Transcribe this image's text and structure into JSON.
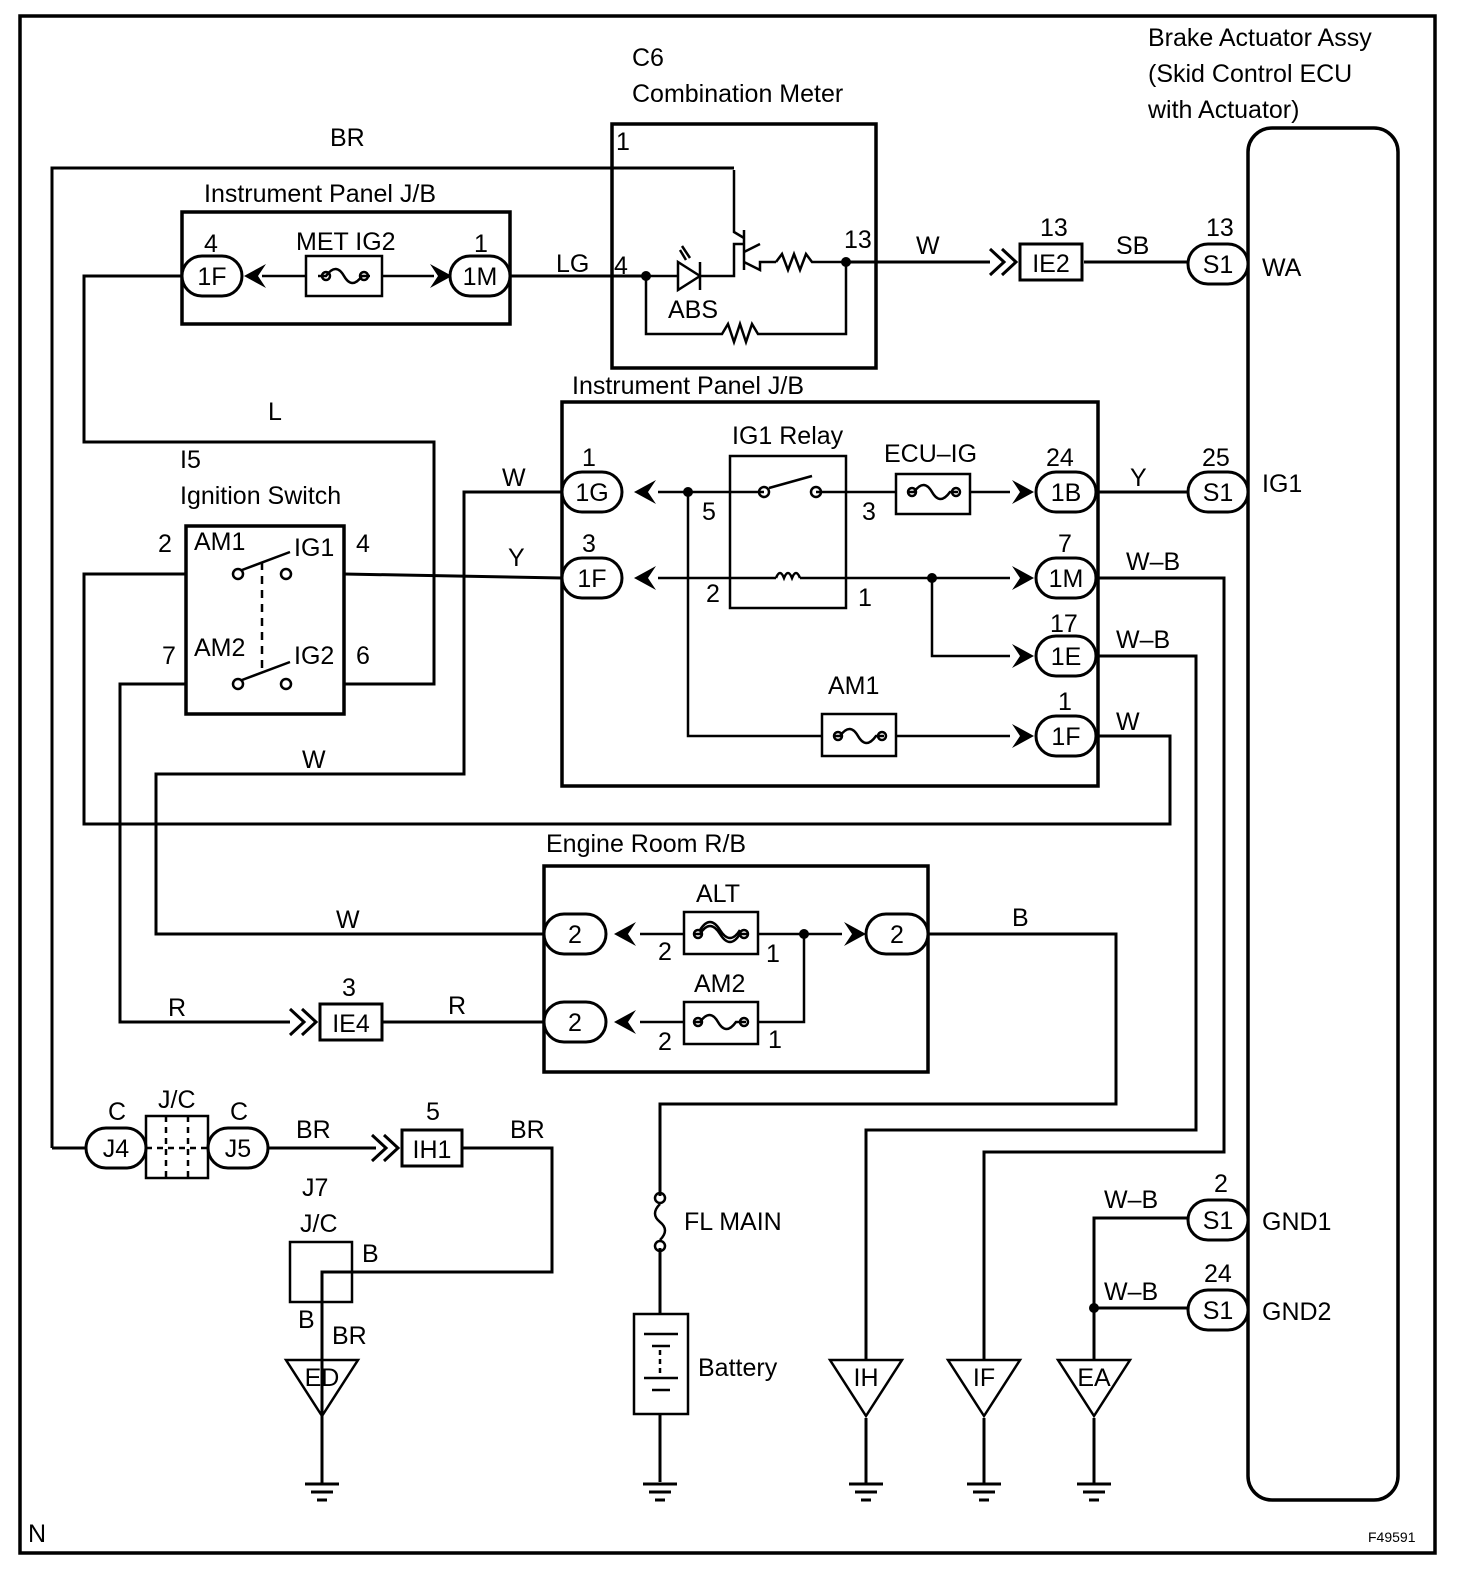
{
  "diagram": {
    "code": "F49591",
    "corner_label": "N",
    "components": {
      "brake_actuator": [
        "Brake Actuator Assy",
        "(Skid Control ECU",
        "with Actuator)"
      ],
      "combination_meter": {
        "code": "C6",
        "name": "Combination Meter",
        "abs_label": "ABS"
      },
      "instrument_panel_jb_top": "Instrument Panel J/B",
      "instrument_panel_jb_main": "Instrument Panel J/B",
      "ignition_switch": {
        "code": "I5",
        "name": "Ignition Switch",
        "am1": "AM1",
        "ig1": "IG1",
        "am2": "AM2",
        "ig2": "IG2"
      },
      "ig1_relay": "IG1 Relay",
      "engine_room_rb": "Engine Room R/B",
      "jc_top": "J/C",
      "j7_code": "J7",
      "j7_name": "J/C",
      "fl_main": "FL MAIN",
      "battery": "Battery"
    },
    "fuses": {
      "met_ig2": "MET IG2",
      "ecu_ig": "ECU–IG",
      "am1": "AM1",
      "alt": "ALT",
      "am2": "AM2"
    },
    "ecu_terminals": {
      "wa": "WA",
      "ig1": "IG1",
      "gnd1": "GND1",
      "gnd2": "GND2"
    },
    "grounds": {
      "ed": "ED",
      "ih": "IH",
      "if": "IF",
      "ea": "EA"
    },
    "connectors": {
      "1F_top": "1F",
      "1M_top": "1M",
      "IE2": "IE2",
      "S1_wa": "S1",
      "1G": "1G",
      "1B": "1B",
      "S1_ig1": "S1",
      "1F_mid": "1F",
      "1M_mid": "1M",
      "1E": "1E",
      "1F_low": "1F",
      "IE4": "IE4",
      "J4": "J4",
      "J5": "J5",
      "IH1": "IH1",
      "S1_gnd1": "S1",
      "S1_gnd2": "S1",
      "rb_2_alt": "2",
      "rb_2_out": "2",
      "rb_2_am2": "2"
    },
    "pins": {
      "jb_top_4": "4",
      "jb_top_1": "1",
      "meter_1": "1",
      "meter_4": "4",
      "meter_13": "13",
      "ie2_13": "13",
      "s1_13": "13",
      "ig_sw_2": "2",
      "ig_sw_4": "4",
      "ig_sw_7": "7",
      "ig_sw_6": "6",
      "jb_1g_1": "1",
      "jb_1b_24": "24",
      "s1_25": "25",
      "jb_1f_3": "3",
      "relay_5": "5",
      "relay_3": "3",
      "relay_2": "2",
      "relay_1": "1",
      "jb_1m_7": "7",
      "jb_1e_17": "17",
      "jb_1f_1": "1",
      "alt_2": "2",
      "alt_1": "1",
      "am2_2": "2",
      "am2_1": "1",
      "ie4_3": "3",
      "j4_c": "C",
      "j5_c": "C",
      "ih1_5": "5",
      "j7_b_right": "B",
      "j7_b_bottom": "B",
      "s1_gnd1_2": "2",
      "s1_gnd2_24": "24"
    },
    "wire_colors": {
      "br_top": "BR",
      "lg": "LG",
      "w_meter": "W",
      "sb": "SB",
      "l": "L",
      "w_1g": "W",
      "y_1f": "Y",
      "y_ig1": "Y",
      "wb_1m": "W–B",
      "wb_1e": "W–B",
      "w_1f": "W",
      "w_loop": "W",
      "w_alt": "W",
      "b_rb": "B",
      "r_left": "R",
      "r_right": "R",
      "br_j5": "BR",
      "br_ih1": "BR",
      "br_j7": "BR",
      "wb_gnd1": "W–B",
      "wb_gnd2": "W–B"
    }
  }
}
